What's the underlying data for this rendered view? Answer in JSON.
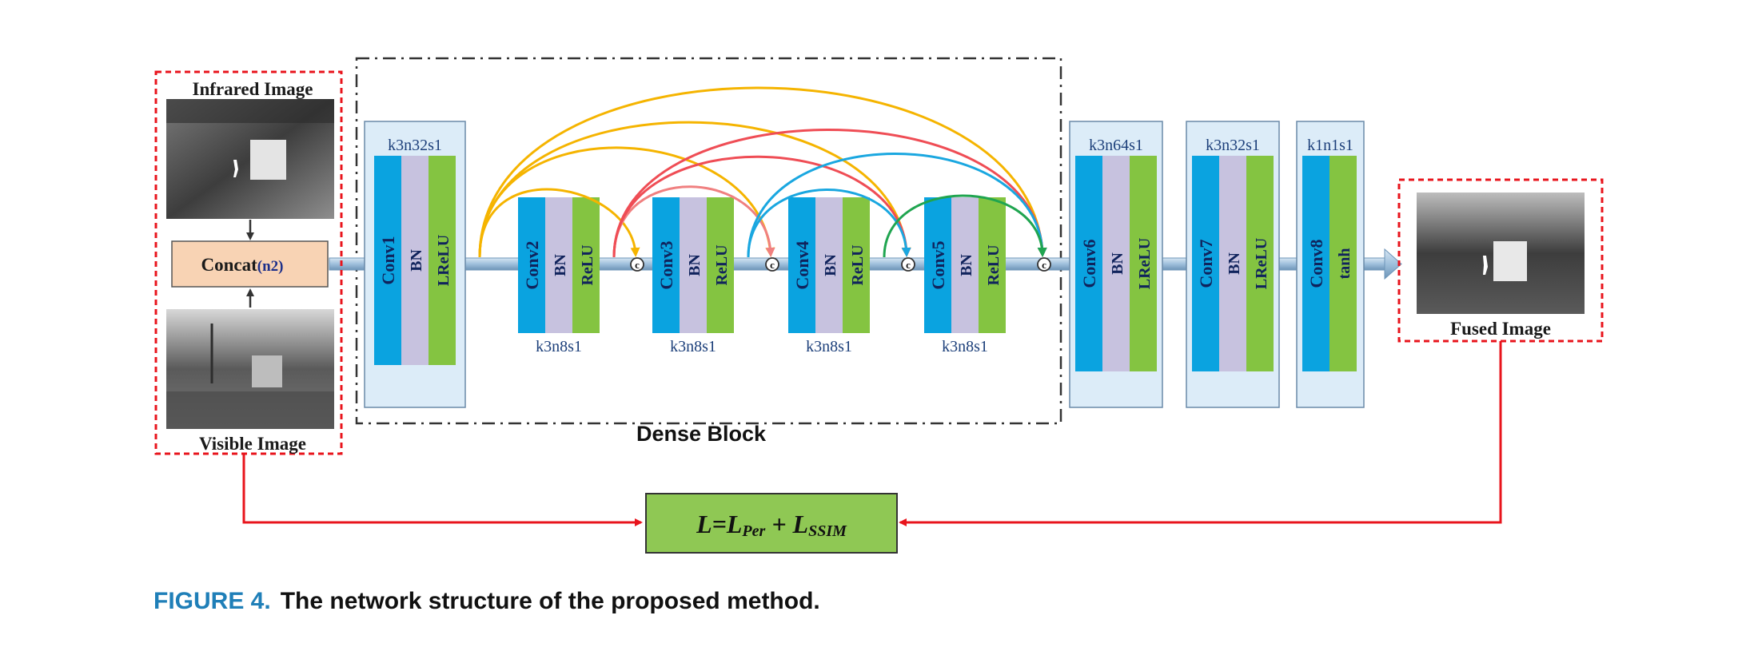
{
  "inputs": {
    "infrared_label": "Infrared Image",
    "visible_label": "Visible Image",
    "concat_label": "Concat",
    "concat_suffix": "(n2)"
  },
  "output": {
    "fused_label": "Fused Image"
  },
  "dense_block_label": "Dense Block",
  "blocks": [
    {
      "id": "b1",
      "params": "k3n32s1",
      "conv": "Conv1",
      "bn": "BN",
      "act": "LReLU"
    },
    {
      "id": "b2",
      "params": "k3n8s1",
      "conv": "Conv2",
      "bn": "BN",
      "act": "ReLU"
    },
    {
      "id": "b3",
      "params": "k3n8s1",
      "conv": "Conv3",
      "bn": "BN",
      "act": "ReLU"
    },
    {
      "id": "b4",
      "params": "k3n8s1",
      "conv": "Conv4",
      "bn": "BN",
      "act": "ReLU"
    },
    {
      "id": "b5",
      "params": "k3n8s1",
      "conv": "Conv5",
      "bn": "BN",
      "act": "ReLU"
    },
    {
      "id": "b6",
      "params": "k3n64s1",
      "conv": "Conv6",
      "bn": "BN",
      "act": "LReLU"
    },
    {
      "id": "b7",
      "params": "k3n32s1",
      "conv": "Conv7",
      "bn": "BN",
      "act": "LReLU"
    },
    {
      "id": "b8",
      "params": "k1n1s1",
      "conv": "Conv8",
      "act": "tanh"
    }
  ],
  "concat_symbol": "c",
  "loss": {
    "L": "L",
    "eq": "=",
    "per_main": "L",
    "per_sub": "Per",
    "plus": " + ",
    "ssim_main": "L",
    "ssim_sub": "SSIM"
  },
  "caption": {
    "figure": "FIGURE 4.",
    "text": "The network structure of the proposed method."
  },
  "colors": {
    "conv": "#0aa3e0",
    "bn": "#c7c2df",
    "act": "#84c441",
    "block_bg": "#dcecf8",
    "concat_box": "#f8d3b4",
    "loss_box": "#8fc854",
    "red_lines": "#e8141c",
    "arc_yellow": "#f5b400",
    "arc_red": "#ef4d55",
    "arc_pink": "#f08080",
    "arc_blue": "#1aa7e0",
    "arc_green": "#20a550",
    "caption_blue": "#1f7fb8"
  }
}
